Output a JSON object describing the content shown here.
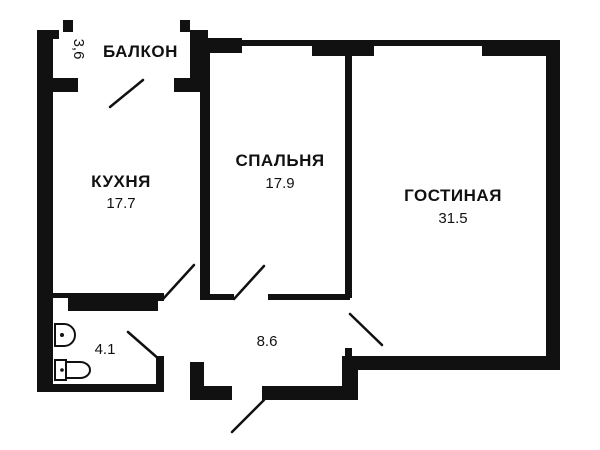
{
  "colors": {
    "wall": "#111111",
    "background": "#ffffff"
  },
  "rooms": {
    "balcony": {
      "name": "БАЛКОН",
      "area": "3,6"
    },
    "kitchen": {
      "name": "КУХНЯ",
      "area": "17.7"
    },
    "bedroom": {
      "name": "СПАЛЬНЯ",
      "area": "17.9"
    },
    "living": {
      "name": "ГОСТИНАЯ",
      "area": "31.5"
    },
    "bathroom": {
      "area": "4.1"
    },
    "hall": {
      "area": "8.6"
    }
  },
  "icons": {
    "sink": "sink-icon",
    "toilet": "toilet-icon"
  }
}
